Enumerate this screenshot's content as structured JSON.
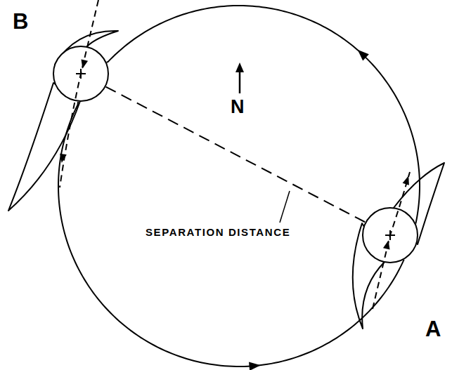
{
  "diagram": {
    "nodes": [
      {
        "text": [
          "B"
        ]
      },
      {
        "text": [
          "A"
        ]
      }
    ],
    "edges": [
      {
        "from": 0,
        "to": 1,
        "arrow": "none",
        "label": "SEPARATION DISTANCE"
      },
      {
        "from": 1,
        "to": 0,
        "arrow": "to"
      },
      {
        "from": 0,
        "to": 1,
        "arrow": "to"
      }
    ],
    "labels": [
      "N"
    ]
  }
}
